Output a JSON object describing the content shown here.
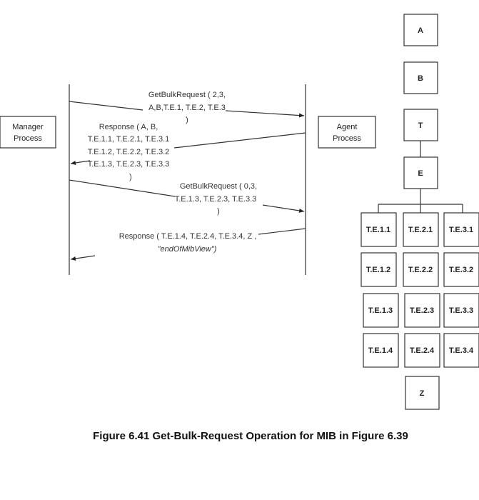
{
  "manager": {
    "line1": "Manager",
    "line2": "Process"
  },
  "agent": {
    "line1": "Agent",
    "line2": "Process"
  },
  "messages": [
    {
      "lines": [
        "GetBulkRequest ( 2,3,",
        "A,B,T.E.1, T.E.2, T.E.3",
        ")"
      ]
    },
    {
      "lines": [
        "Response ( A, B,",
        "T.E.1.1, T.E.2.1, T.E.3.1",
        "T.E.1.2, T.E.2.2, T.E.3.2",
        "T.E.1.3, T.E.2.3, T.E.3.3",
        ")"
      ]
    },
    {
      "lines": [
        "GetBulkRequest ( 0,3,",
        "T.E.1.3, T.E.2.3, T.E.3.3",
        ")"
      ]
    },
    {
      "lines": [
        "Response ( T.E.1.4, T.E.2.4, T.E.3.4, Z ,",
        "\"endOfMibView\")"
      ]
    }
  ],
  "tree": {
    "top": [
      "A",
      "B",
      "T",
      "E"
    ],
    "grid": [
      [
        "T.E.1.1",
        "T.E.2.1",
        "T.E.3.1"
      ],
      [
        "T.E.1.2",
        "T.E.2.2",
        "T.E.3.2"
      ],
      [
        "T.E.1.3",
        "T.E.2.3",
        "T.E.3.3"
      ],
      [
        "T.E.1.4",
        "T.E.2.4",
        "T.E.3.4"
      ]
    ],
    "bottom": "Z"
  },
  "caption": "Figure 6.41  Get-Bulk-Request Operation for MIB in Figure 6.39"
}
